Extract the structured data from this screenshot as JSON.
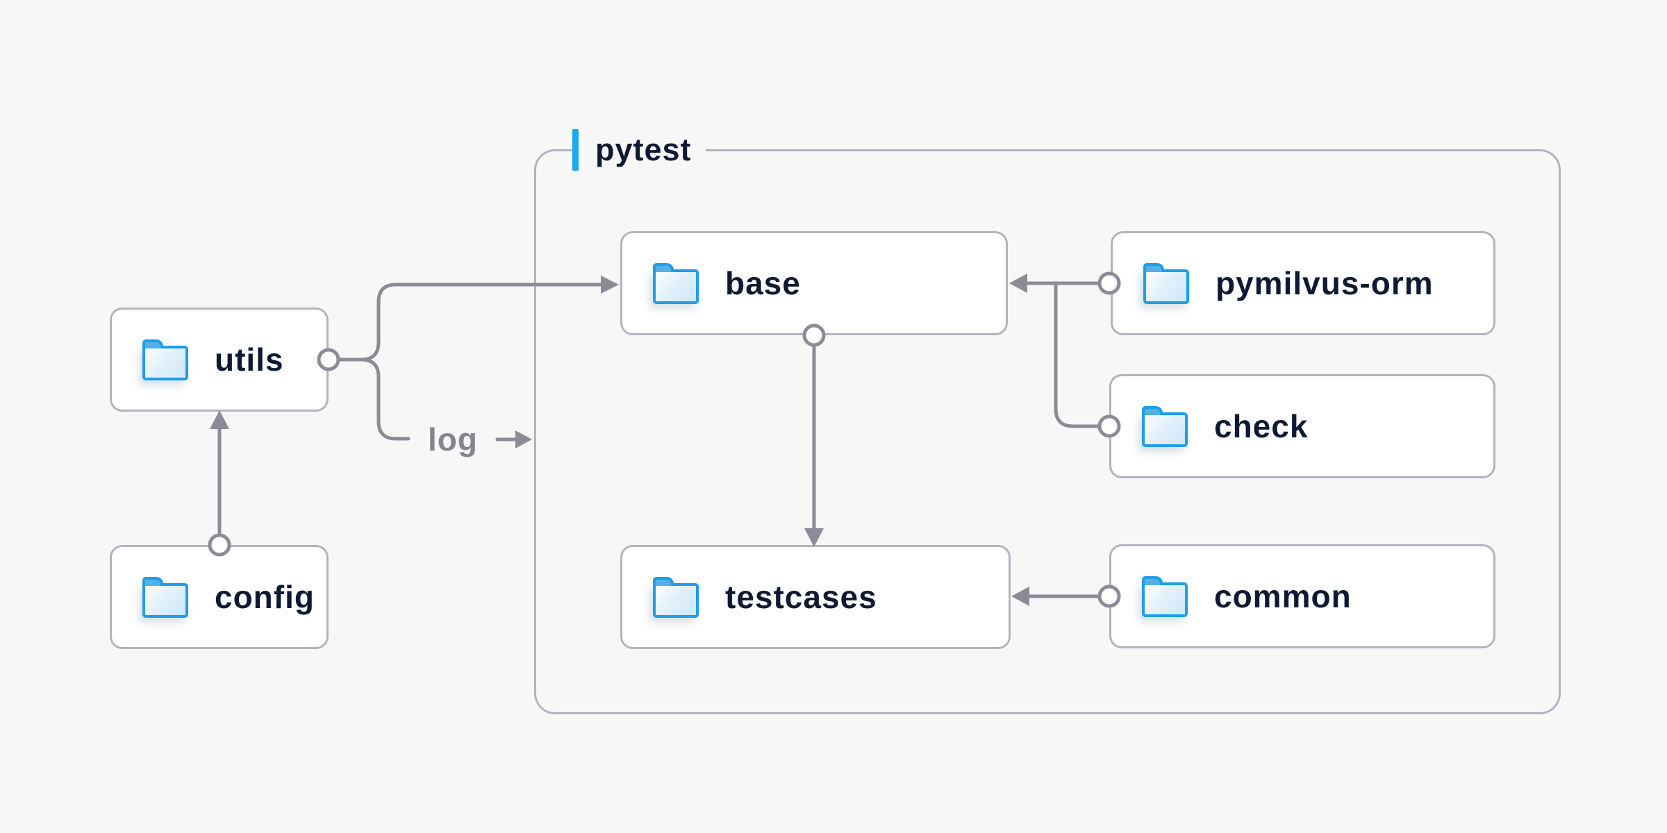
{
  "diagram": {
    "container": {
      "label": "pytest"
    },
    "nodes": {
      "utils": {
        "label": "utils",
        "icon": "folder-icon"
      },
      "config": {
        "label": "config",
        "icon": "folder-icon"
      },
      "base": {
        "label": "base",
        "icon": "folder-icon"
      },
      "testcases": {
        "label": "testcases",
        "icon": "folder-icon"
      },
      "pymilvus_orm": {
        "label": "pymilvus-orm",
        "icon": "folder-icon"
      },
      "check": {
        "label": "check",
        "icon": "folder-icon"
      },
      "common": {
        "label": "common",
        "icon": "folder-icon"
      }
    },
    "edge_label": {
      "text": "log"
    },
    "edges": [
      {
        "from": "config",
        "to": "utils"
      },
      {
        "from": "utils",
        "to": "base"
      },
      {
        "from": "utils",
        "to": "log"
      },
      {
        "from": "base",
        "to": "testcases"
      },
      {
        "from": "pymilvus-orm",
        "to": "base"
      },
      {
        "from": "check",
        "to": "base"
      },
      {
        "from": "common",
        "to": "testcases"
      }
    ],
    "colors": {
      "background": "#f7f7f8",
      "node_background": "#ffffff",
      "node_border": "#b3b3bf",
      "container_border": "#b3b3bf",
      "connector": "#8b8b98",
      "node_text": "#0e1a33",
      "edge_label_text": "#85858f",
      "accent_bar": "#18a9ee",
      "folder_outline": "#1e9de9",
      "folder_tab": "#55b0e5"
    }
  }
}
